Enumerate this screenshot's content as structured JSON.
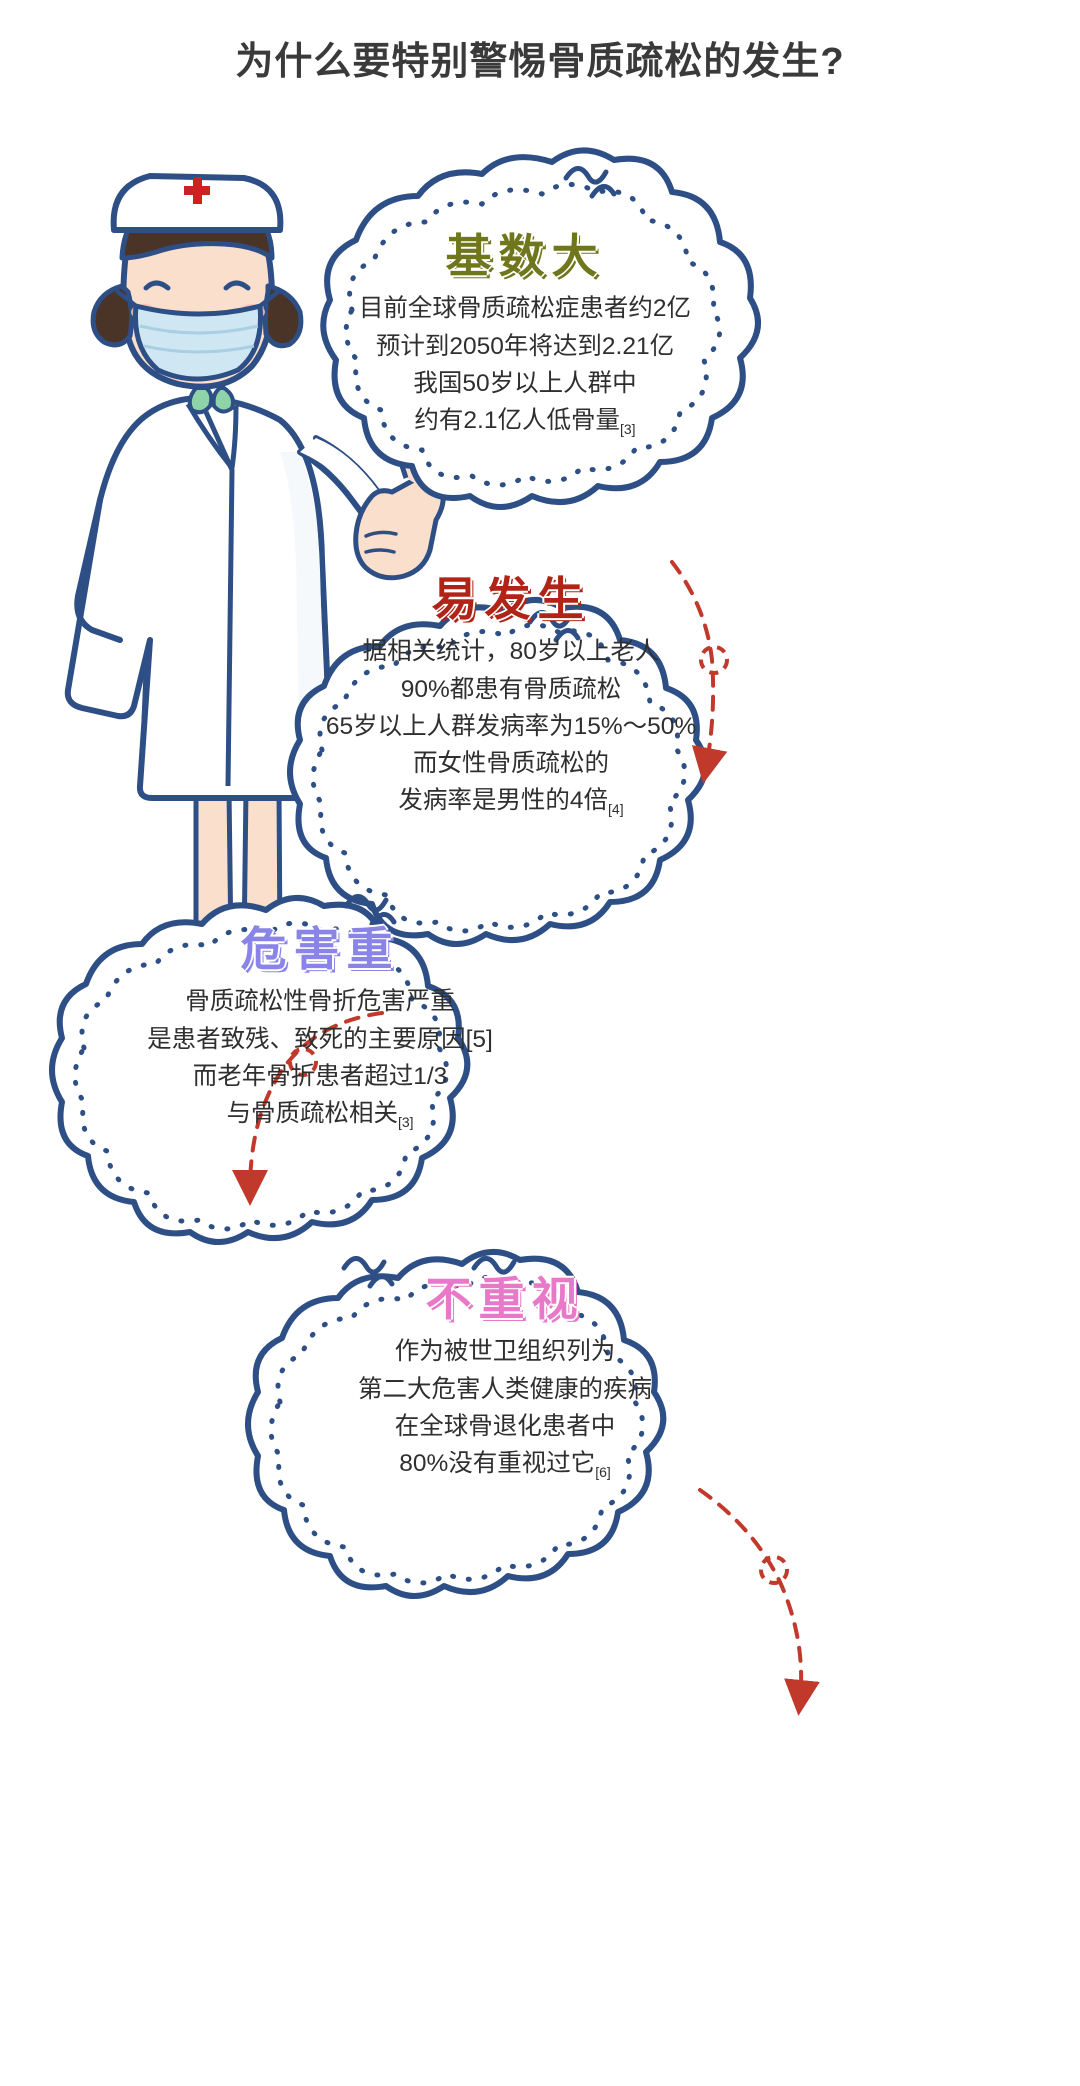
{
  "page": {
    "title": "为什么要特别警惕骨质疏松的发生?",
    "background_color": "#ffffff",
    "outline_color": "#2d4f86",
    "arrow_color": "#c0392b",
    "body_text_color": "#2f2f2f"
  },
  "character": {
    "name": "nurse-illustration",
    "description": "卡通护士",
    "cap_cross_color": "#cc2222",
    "mask_color": "#cfe7f2",
    "coat_color": "#ffffff",
    "hair_color": "#4a3327",
    "skin_color": "#fadfcd"
  },
  "clouds": [
    {
      "id": "cloud-1",
      "heading": "基数大",
      "heading_color": "#70761c",
      "heading_style": "olive",
      "lines": [
        "目前全球骨质疏松症患者约2亿",
        "预计到2050年将达到2.21亿",
        "我国50岁以上人群中",
        "约有2.1亿人低骨量"
      ],
      "reference": "[3]"
    },
    {
      "id": "cloud-2",
      "heading": "易发生",
      "heading_color": "#b02418",
      "heading_style": "red",
      "lines": [
        "据相关统计，80岁以上老人",
        "90%都患有骨质疏松",
        "65岁以上人群发病率为15%～50%",
        "而女性骨质疏松的",
        "发病率是男性的4倍"
      ],
      "reference": "[4]"
    },
    {
      "id": "cloud-3",
      "heading": "危害重",
      "heading_color": "#8b84e8",
      "heading_style": "purple",
      "lines": [
        "骨质疏松性骨折危害严重",
        "是患者致残、致死的主要原因[5]",
        "而老年骨折患者超过1/3",
        "与骨质疏松相关"
      ],
      "reference": "[3]"
    },
    {
      "id": "cloud-4",
      "heading": "不重视",
      "heading_color": "#e879c8",
      "heading_style": "pink",
      "lines": [
        "作为被世卫组织列为",
        "第二大危害人类健康的疾病",
        "在全球骨退化患者中",
        "80%没有重视过它"
      ],
      "reference": "[6]"
    }
  ],
  "connectors": [
    {
      "id": "arrow-1",
      "from": "cloud-1",
      "to": "cloud-2",
      "color": "#c0392b",
      "style": "dashed-curve-with-loop"
    },
    {
      "id": "arrow-2",
      "from": "cloud-2",
      "to": "cloud-3",
      "color": "#c0392b",
      "style": "dashed-curve-with-loop"
    },
    {
      "id": "arrow-3",
      "from": "cloud-3",
      "to": "cloud-4",
      "color": "#c0392b",
      "style": "dashed-curve-with-loop"
    }
  ]
}
